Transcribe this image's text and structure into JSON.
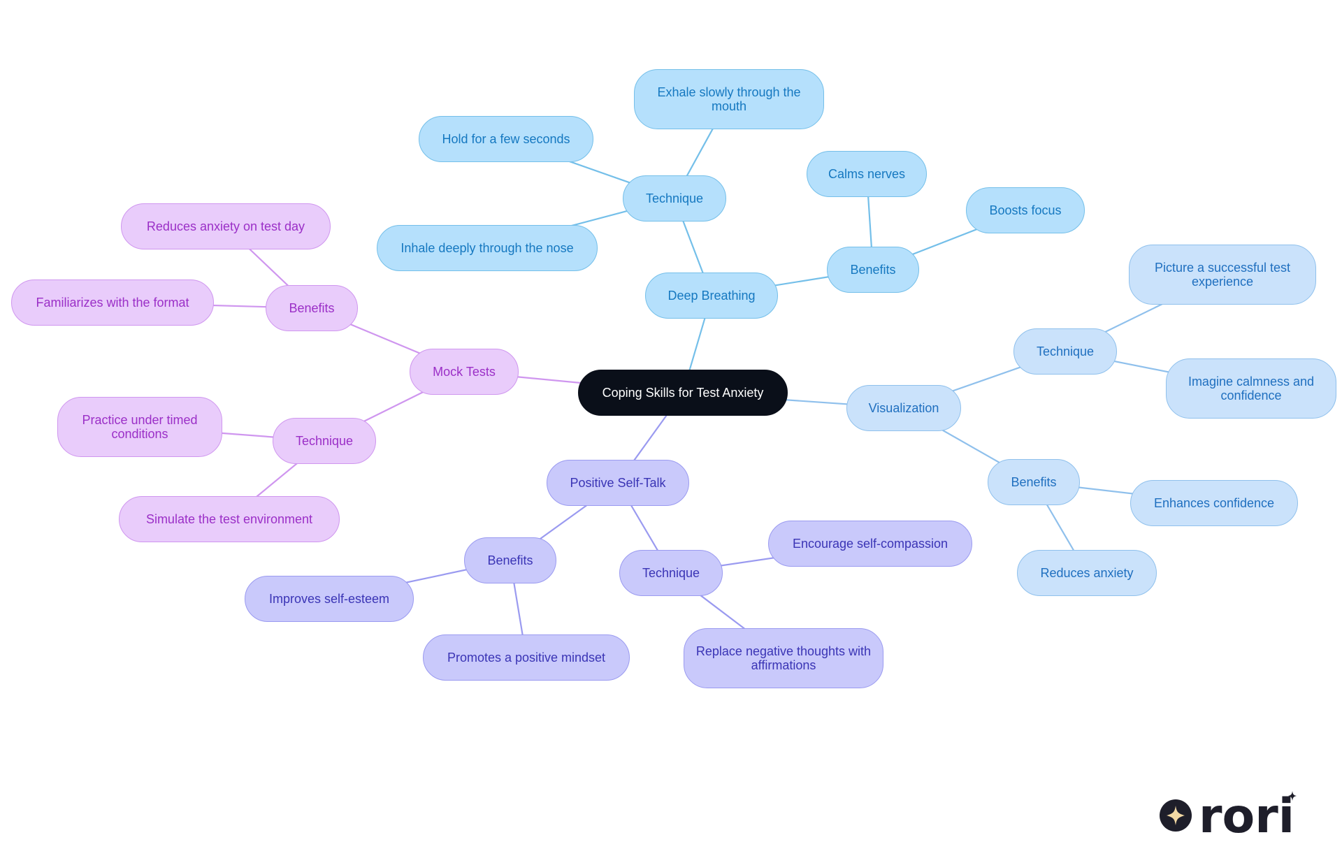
{
  "colors": {
    "root_bg": "#0a0f19",
    "root_text": "#ffffff",
    "deep_breathing": {
      "fill": "#b5e0fc",
      "border": "#74bfe9",
      "text": "#1578c0",
      "line": "#74bfe9"
    },
    "visualization": {
      "fill": "#cae2fb",
      "border": "#8fc0ec",
      "text": "#1f6fbf",
      "line": "#8fc0ec"
    },
    "positive_self_talk": {
      "fill": "#c9c9fb",
      "border": "#9a9af0",
      "text": "#3a34b5",
      "line": "#9a9af0"
    },
    "mock_tests": {
      "fill": "#e9ccfb",
      "border": "#cf96ef",
      "text": "#9b2fc7",
      "line": "#cf96ef"
    }
  },
  "mindmap": {
    "root": "Coping Skills for Test Anxiety",
    "branches": {
      "deep_breathing": {
        "label": "Deep Breathing",
        "technique": {
          "label": "Technique",
          "items": [
            "Exhale slowly through the mouth",
            "Hold for a few seconds",
            "Inhale deeply through the nose"
          ]
        },
        "benefits": {
          "label": "Benefits",
          "items": [
            "Calms nerves",
            "Boosts focus"
          ]
        }
      },
      "visualization": {
        "label": "Visualization",
        "technique": {
          "label": "Technique",
          "items": [
            "Picture a successful test experience",
            "Imagine calmness and confidence"
          ]
        },
        "benefits": {
          "label": "Benefits",
          "items": [
            "Enhances confidence",
            "Reduces anxiety"
          ]
        }
      },
      "positive_self_talk": {
        "label": "Positive Self-Talk",
        "technique": {
          "label": "Technique",
          "items": [
            "Encourage self-compassion",
            "Replace negative thoughts with affirmations"
          ]
        },
        "benefits": {
          "label": "Benefits",
          "items": [
            "Improves self-esteem",
            "Promotes a positive mindset"
          ]
        }
      },
      "mock_tests": {
        "label": "Mock Tests",
        "technique": {
          "label": "Technique",
          "items": [
            "Practice under timed conditions",
            "Simulate the test environment"
          ]
        },
        "benefits": {
          "label": "Benefits",
          "items": [
            "Reduces anxiety on test day",
            "Familiarizes with the format"
          ]
        }
      }
    }
  },
  "logo": {
    "text": "rori",
    "icon": "sparkle-icon"
  }
}
